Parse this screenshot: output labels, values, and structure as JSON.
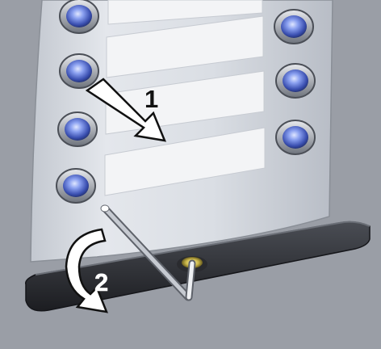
{
  "steps": [
    {
      "number": "1"
    },
    {
      "number": "2"
    }
  ],
  "left_buttons": 4,
  "right_buttons": 3,
  "colors": {
    "wall": "#9a9ea6",
    "panel": "#d9dde3",
    "label_slot": "#f2f3f5",
    "button_cap": "#5a70c8",
    "base": "#2f3136",
    "arrow_outline": "#111111",
    "arrow_fill": "#ffffff"
  }
}
